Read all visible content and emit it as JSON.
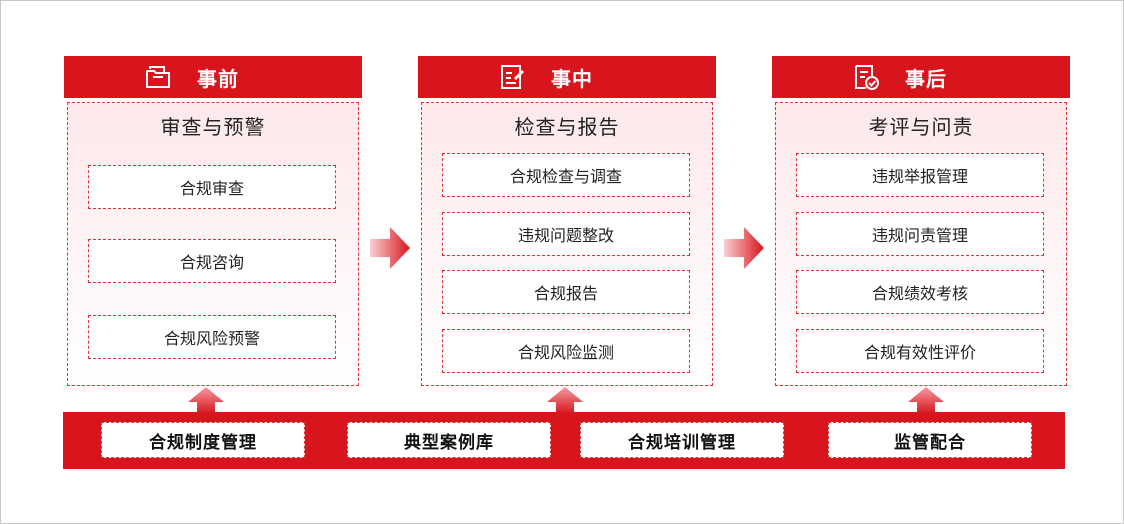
{
  "columns": [
    {
      "header": "事前",
      "icon": "folder-icon",
      "panel_title": "审查与预警",
      "items": [
        "合规审查",
        "合规咨询",
        "合规风险预警"
      ]
    },
    {
      "header": "事中",
      "icon": "edit-document-icon",
      "panel_title": "检查与报告",
      "items": [
        "合规检查与调查",
        "违规问题整改",
        "合规报告",
        "合规风险监测"
      ]
    },
    {
      "header": "事后",
      "icon": "checked-document-icon",
      "panel_title": "考评与问责",
      "items": [
        "违规举报管理",
        "违规问责管理",
        "合规绩效考核",
        "合规有效性评价"
      ]
    }
  ],
  "foundation": [
    "合规制度管理",
    "典型案例库",
    "合规培训管理",
    "监管配合"
  ],
  "colors": {
    "accent": "#d8141c",
    "dashed_border": "#e0323a",
    "panel_tint": "#fde8ea"
  }
}
